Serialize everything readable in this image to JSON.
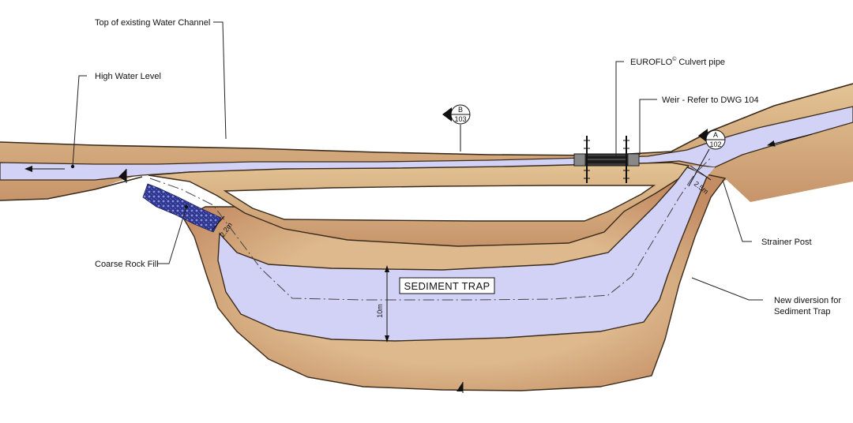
{
  "labels": {
    "top_channel": "Top of existing Water Channel",
    "high_water": "High Water Level",
    "culvert_brand": "EUROFLO",
    "culvert_reg": "©",
    "culvert_rest": "Culvert pipe",
    "weir": "Weir - Refer to DWG 104",
    "strainer": "Strainer Post",
    "diversion_1": "New diversion for",
    "diversion_2": "Sediment Trap",
    "rock_fill": "Coarse Rock Fill",
    "sediment_trap": "SEDIMENT TRAP"
  },
  "dimensions": {
    "trap_width": "10m",
    "inlet_width": "2.5m",
    "outlet_width": "2.2m"
  },
  "sections": {
    "b_letter": "B",
    "b_dwg": "103",
    "a_letter": "A",
    "a_dwg": "102"
  },
  "colors": {
    "earth": "#d9b98c",
    "earth_edge": "#e6c899",
    "earth_dark": "#c08a5c",
    "water": "#d2d2f6",
    "rock": "#3a3e9c",
    "culvert": "#555555"
  }
}
